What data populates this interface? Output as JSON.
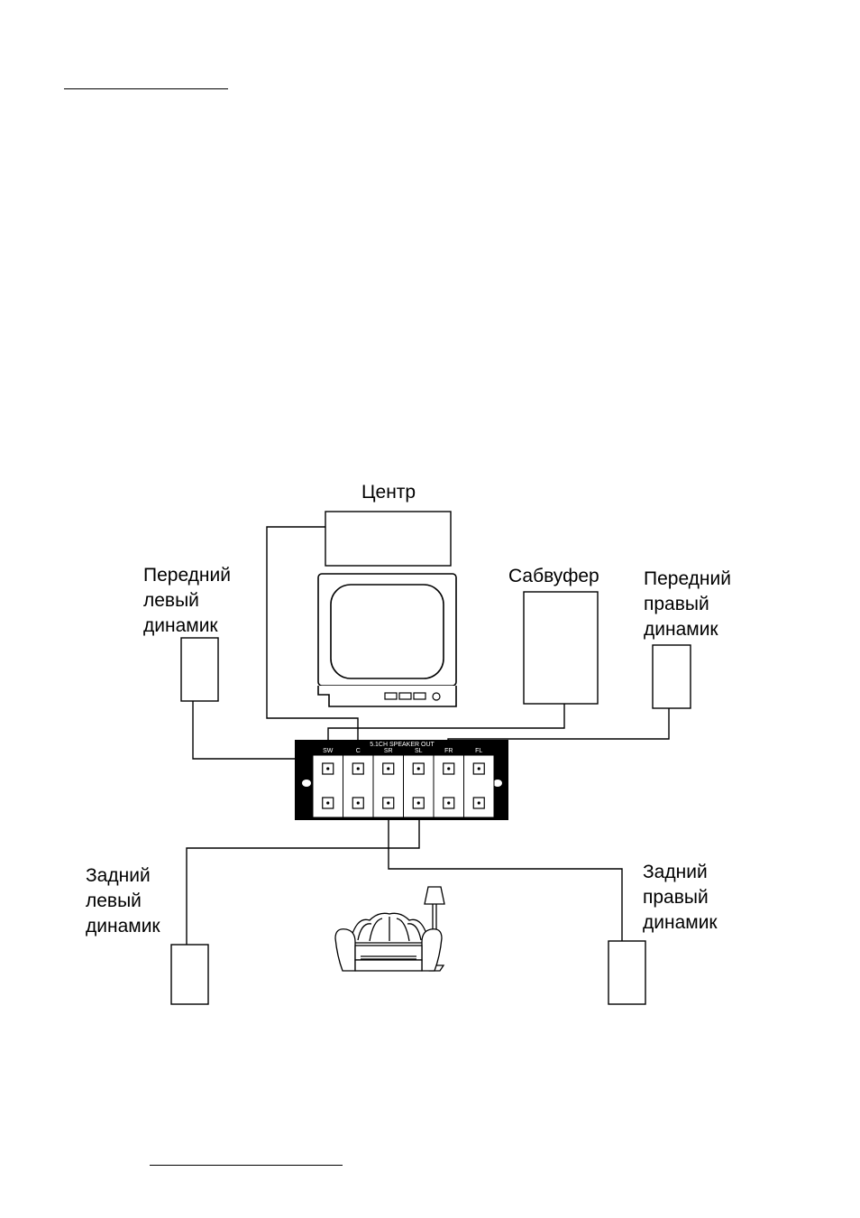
{
  "labels": {
    "center": "Центр",
    "front_left": [
      "Передний",
      "левый",
      "динамик"
    ],
    "subwoofer": "Сабвуфер",
    "front_right": [
      "Передний",
      "правый",
      "динамик"
    ],
    "rear_left": [
      "Задний",
      "левый",
      "динамик"
    ],
    "rear_right": [
      "Задний",
      "правый",
      "динамик"
    ]
  },
  "panel": {
    "title": "5.1CH SPEAKER OUT",
    "channels": [
      "SW",
      "C",
      "SR",
      "SL",
      "FR",
      "FL"
    ],
    "background": "#000000",
    "terminal_fill": "#ffffff"
  },
  "colors": {
    "line": "#000000",
    "page": "#ffffff"
  }
}
